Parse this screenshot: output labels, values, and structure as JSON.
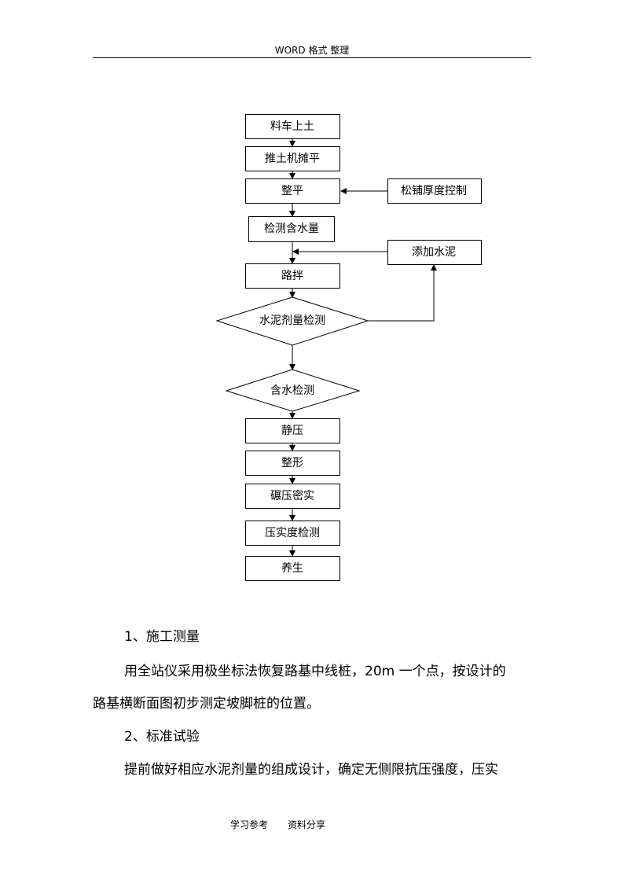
{
  "header": {
    "title": "WORD 格式 整理"
  },
  "flowchart": {
    "steps": {
      "s1": "料车上土",
      "s2": "推土机摊平",
      "s3": "整平",
      "s4": "检测含水量",
      "s5": "路拌",
      "d1": "水泥剂量检测",
      "d2": "含水检测",
      "s6": "静压",
      "s7": "整形",
      "s8": "碾压密实",
      "s9": "压实度检测",
      "s10": "养生"
    },
    "side": {
      "thickness": "松铺厚度控制",
      "add_cement": "添加水泥"
    }
  },
  "content": {
    "h1": "1、施工测量",
    "p1_line1": "用全站仪采用极坐标法恢复路基中线桩，20m 一个点，按设计的",
    "p1_line2": "路基横断面图初步测定坡脚桩的位置。",
    "h2": "2、标准试验",
    "p2_line1": "提前做好相应水泥剂量的组成设计，确定无侧限抗压强度，压实"
  },
  "footer": {
    "left": "学习参考",
    "right": "资料分享"
  }
}
